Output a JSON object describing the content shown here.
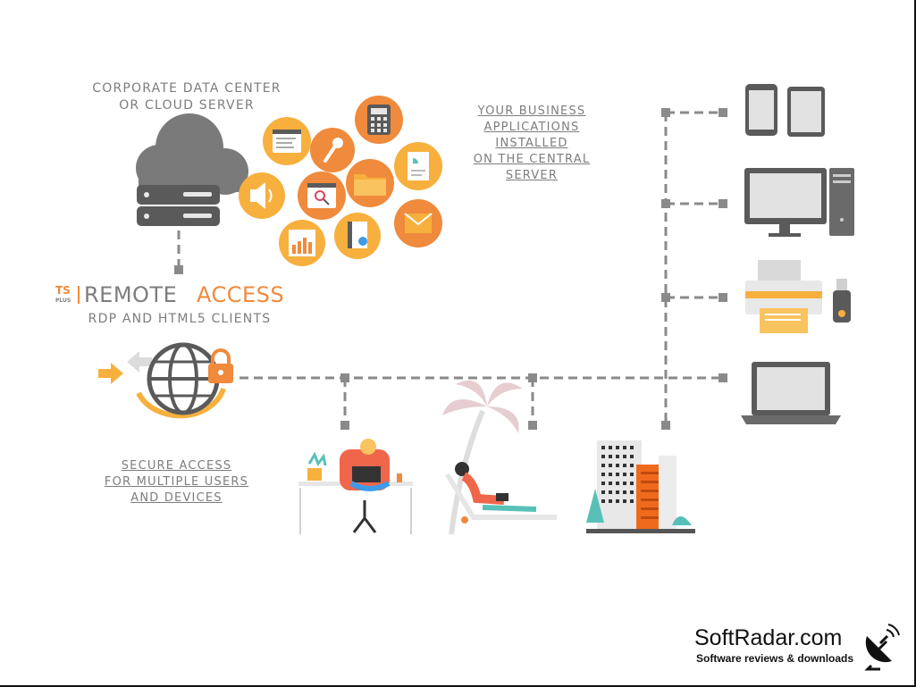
{
  "labels": {
    "datacenter_line1": "CORPORATE DATA CENTER",
    "datacenter_line2": "OR CLOUD SERVER",
    "business_line1": "YOUR BUSINESS",
    "business_line2": "APPLICATIONS",
    "business_line3": "INSTALLED",
    "business_line4": "ON THE CENTRAL",
    "business_line5": "SERVER",
    "product_ts": "TS",
    "product_plus": "PLUS",
    "product_remote": "REMOTE",
    "product_access": "ACCESS",
    "product_sub": "RDP AND HTML5 CLIENTS",
    "secure_line1": "SECURE ACCESS",
    "secure_line2": "FOR MULTIPLE USERS",
    "secure_line3": "AND DEVICES"
  },
  "watermark": {
    "title": "SoftRadar.com",
    "subtitle": "Software reviews & downloads"
  },
  "colors": {
    "orange": "#f08a3c",
    "light_orange": "#f7b03e",
    "gray": "#7d7d7d",
    "dark_gray": "#5a5a5a",
    "connector": "#8a8a8a"
  }
}
